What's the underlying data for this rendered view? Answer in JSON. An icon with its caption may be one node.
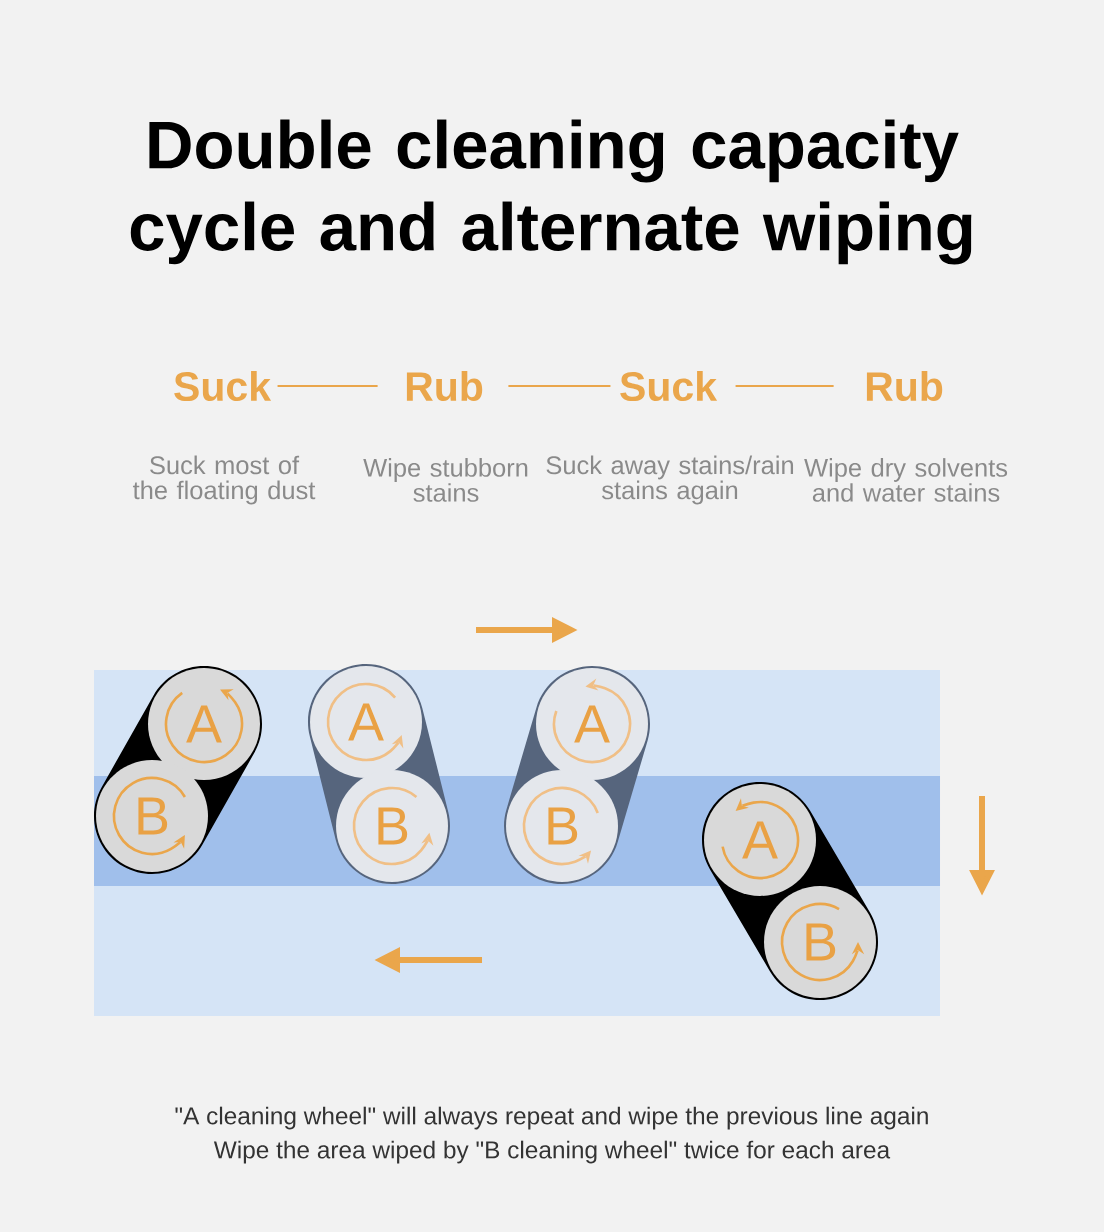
{
  "diagram": {
    "title": "Double cleaning capacity cycle and alternate wiping",
    "nodes": [
      {
        "text": [
          "Suck"
        ],
        "beside": [
          "Suck most of the floating dust"
        ]
      },
      {
        "text": [
          "Rub"
        ],
        "beside": [
          "Wipe stubborn stains"
        ]
      },
      {
        "text": [
          "Suck"
        ],
        "beside": [
          "Suck away stains/rain stains again"
        ]
      },
      {
        "text": [
          "Rub"
        ],
        "beside": [
          "Wipe dry solvents and water stains"
        ]
      },
      {
        "text": [],
        "shape": "bar"
      },
      {
        "text": [
          "A"
        ],
        "in": 4
      },
      {
        "text": [
          "B"
        ],
        "in": 4
      },
      {
        "text": [],
        "shape": "bar"
      },
      {
        "text": [
          "A"
        ],
        "in": 7
      },
      {
        "text": [
          "B"
        ],
        "in": 7
      },
      {
        "text": [],
        "shape": "bar"
      },
      {
        "text": [
          "A"
        ],
        "in": 10
      },
      {
        "text": [
          "B"
        ],
        "in": 10
      },
      {
        "text": [],
        "shape": "bar"
      },
      {
        "text": [
          "A"
        ],
        "in": 13
      },
      {
        "text": [
          "B"
        ],
        "in": 13
      }
    ],
    "edges": [
      {
        "from": 0,
        "to": 1,
        "arrow": "none"
      },
      {
        "from": 1,
        "to": 2,
        "arrow": "none"
      },
      {
        "from": 2,
        "to": 3,
        "arrow": "none"
      }
    ],
    "labels": [
      "\"A cleaning wheel\" will always repeat and wipe the previous line again",
      "Wipe the area wiped by \"B cleaning wheel\" twice for each area"
    ]
  }
}
